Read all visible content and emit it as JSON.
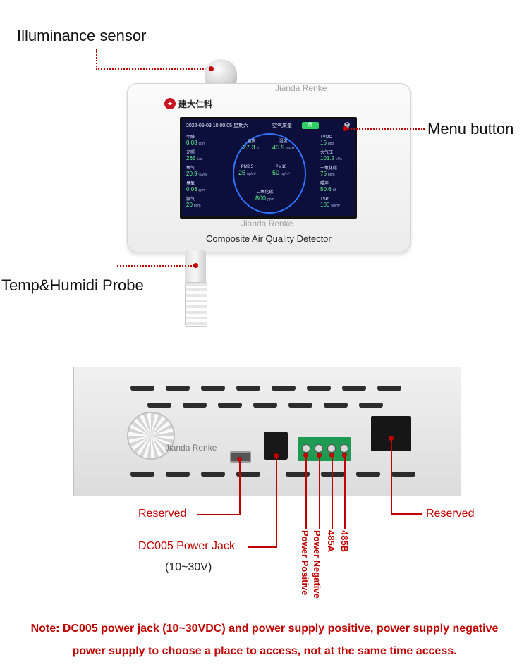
{
  "callouts": {
    "illuminance": "Illuminance sensor",
    "menu": "Menu button",
    "probe": "Temp&Humidi Probe",
    "reserved_left": "Reserved",
    "reserved_right": "Reserved",
    "dc005_line1": "DC005 Power Jack",
    "dc005_line2": "(10~30V)",
    "power_positive": "Power Positive",
    "power_negative": "Power Negative",
    "a485": "485A",
    "b485": "485B"
  },
  "device": {
    "brand_logo": "★",
    "brand_name": "建大仁科",
    "watermark": "Jianda Renke",
    "product_title": "Composite Air Quality Detector",
    "screen": {
      "date": "2022-09-03",
      "time": "10:00:05",
      "weekday": "星期六",
      "aqi_label": "空气质量",
      "aqi_status": "优",
      "left": [
        {
          "name": "甲醛",
          "value": "0.03",
          "unit": "ppm"
        },
        {
          "name": "光照",
          "value": "265",
          "unit": "Lux"
        },
        {
          "name": "氧气",
          "value": "20.9",
          "unit": "%Vol"
        },
        {
          "name": "臭氧",
          "value": "0.03",
          "unit": "ppm"
        },
        {
          "name": "氨气",
          "value": "20",
          "unit": "ppm"
        }
      ],
      "right": [
        {
          "name": "TVOC",
          "value": "15",
          "unit": "ppb"
        },
        {
          "name": "大气压",
          "value": "101.2",
          "unit": "kPa"
        },
        {
          "name": "一氧化碳",
          "value": "75",
          "unit": "ppm"
        },
        {
          "name": "噪声",
          "value": "50.6",
          "unit": "dB"
        },
        {
          "name": "TSP",
          "value": "100",
          "unit": "ug/m³"
        }
      ],
      "center": {
        "temp_label": "温度",
        "temp_value": "27.3",
        "temp_unit": "°C",
        "hum_label": "湿度",
        "hum_value": "45.9",
        "hum_unit": "%RH",
        "pm25_label": "PM2.5",
        "pm25_value": "25",
        "pm25_unit": "ug/m³",
        "pm10_label": "PM10",
        "pm10_value": "50",
        "pm10_unit": "ug/m³",
        "co2_label": "二氧化碳",
        "co2_value": "800",
        "co2_unit": "ppm"
      }
    }
  },
  "note": {
    "line1": "Note: DC005 power jack (10~30VDC) and power supply positive, power supply negative",
    "line2": "power supply to choose a place to access, not at the same time access."
  },
  "colors": {
    "accent": "#c00000",
    "terminal": "#1e9a53",
    "screen": "#0c0f3b"
  }
}
